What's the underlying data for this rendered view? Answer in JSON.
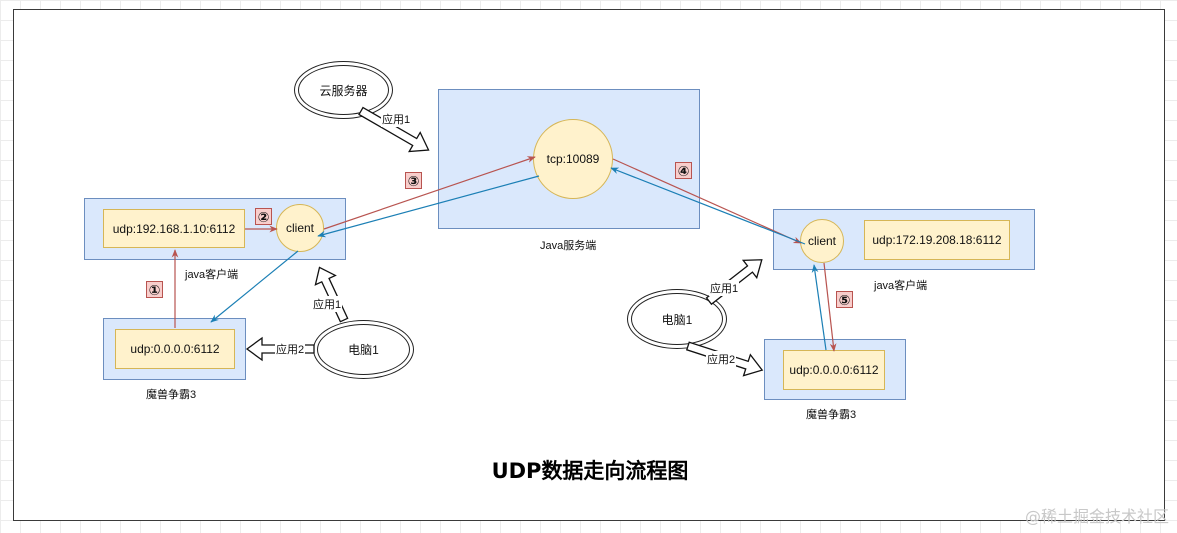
{
  "title": "UDP数据走向流程图",
  "watermark": "@稀土掘金技术社区",
  "nodes": {
    "cloud_server": "云服务器",
    "java_server_circle": "tcp:10089",
    "java_server_label": "Java服务端",
    "left_client_box": "udp:192.168.1.10:6112",
    "left_client_circle": "client",
    "left_client_label": "java客户端",
    "left_game_box": "udp:0.0.0.0:6112",
    "left_game_label": "魔兽争霸3",
    "left_pc": "电脑1",
    "right_client_box": "udp:172.19.208.18:6112",
    "right_client_circle": "client",
    "right_client_label": "java客户端",
    "right_game_box": "udp:0.0.0.0:6112",
    "right_game_label": "魔兽争霸3",
    "right_pc": "电脑1"
  },
  "edge_labels": {
    "cloud_app1": "应用1",
    "left_app1": "应用1",
    "left_app2": "应用2",
    "right_app1": "应用1",
    "right_app2": "应用2"
  },
  "steps": [
    "①",
    "②",
    "③",
    "④",
    "⑤"
  ],
  "colors": {
    "red_arrow": "#b85450",
    "blue_arrow": "#1b7fb5",
    "node_fill": "#fff2cc",
    "container_fill": "#dae8fc"
  }
}
